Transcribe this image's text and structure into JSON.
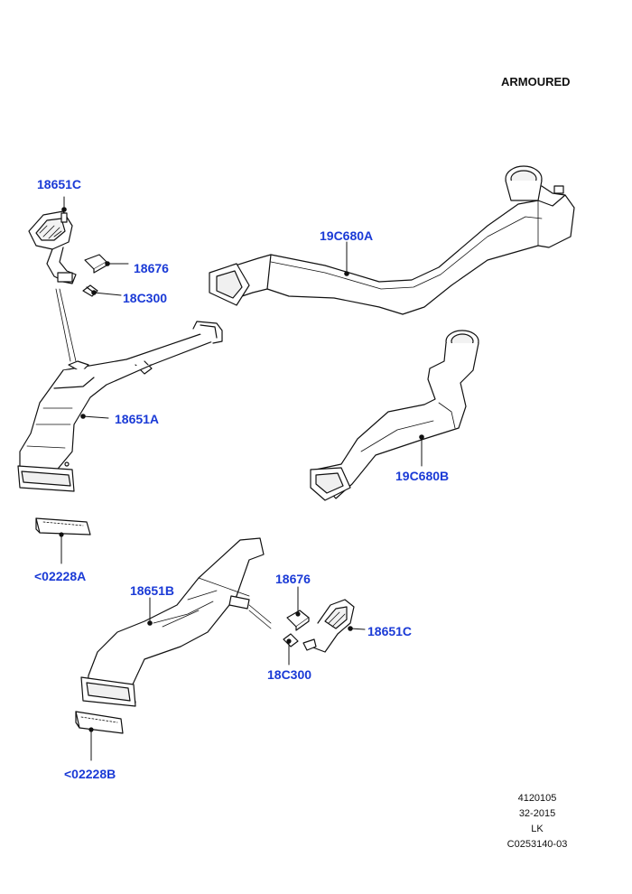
{
  "header": {
    "variant_label": "ARMOURED"
  },
  "callouts": {
    "duct_18651C_upper": "18651C",
    "clip_18676_upper": "18676",
    "clip_18C300_upper": "18C300",
    "duct_18651A": "18651A",
    "duct_19C680A": "19C680A",
    "duct_19C680B": "19C680B",
    "grille_02228A": "<02228A",
    "duct_18651B": "18651B",
    "clip_18676_lower": "18676",
    "clip_18C300_lower": "18C300",
    "duct_18651C_lower": "18651C",
    "grille_02228B": "<02228B"
  },
  "footer": {
    "line1": "4120105",
    "line2": "32-2015",
    "line3": "LK",
    "line4": "C0253140-03"
  },
  "colors": {
    "callout_text": "#1a3ad6",
    "line_art": "#111111",
    "background": "#ffffff"
  }
}
